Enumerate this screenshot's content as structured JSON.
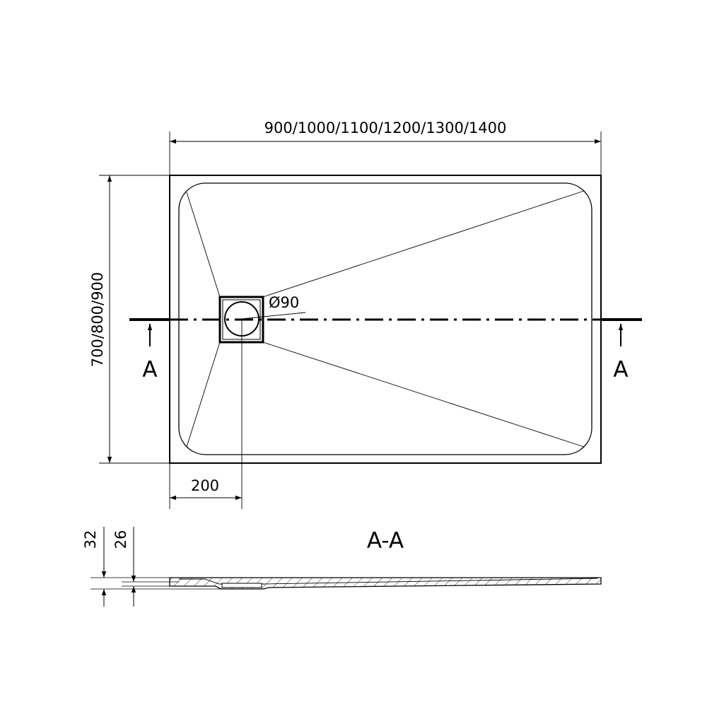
{
  "dimensions": {
    "width_label": "900/1000/1100/1200/1300/1400",
    "depth_label": "700/800/900",
    "drain_offset_label": "200",
    "drain_diameter_label": "Ø90",
    "total_height_label": "32",
    "rim_height_label": "26"
  },
  "section": {
    "marker_letter": "A",
    "section_title": "A-A"
  }
}
